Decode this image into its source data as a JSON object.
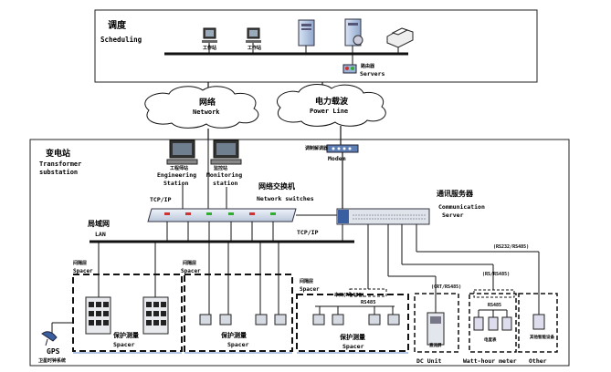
{
  "scheduling": {
    "cn": "调度",
    "en": "Scheduling"
  },
  "workstations": [
    {
      "label": "工作站"
    },
    {
      "label": "工作站"
    }
  ],
  "router": {
    "cn": "路由器",
    "en": "Servers"
  },
  "clouds": {
    "network": {
      "cn": "网络",
      "en": "Network"
    },
    "powerline": {
      "cn": "电力载波",
      "en": "Power Line"
    }
  },
  "modem": {
    "cn": "调制解调器",
    "en": "Modem"
  },
  "substation": {
    "cn": "变电站",
    "en1": "Transformer",
    "en2": "substation"
  },
  "engineering": {
    "cn": "工程师站",
    "en1": "Engineering",
    "en2": "Station"
  },
  "monitoring": {
    "cn": "监控站",
    "en1": "Monitoring",
    "en2": "station"
  },
  "netswitch": {
    "cn": "网络交换机",
    "en": "Network switches"
  },
  "tcpip_left": "TCP/IP",
  "tcpip_right": "TCP/IP",
  "lan": {
    "cn": "局域网",
    "en": "LAN"
  },
  "comm_server": {
    "cn": "通讯服务器",
    "en1": "Communication",
    "en2": "Server"
  },
  "spacers": [
    {
      "cn": "间隔层",
      "en": "Spacer"
    },
    {
      "cn": "间隔层",
      "en": "Spacer"
    },
    {
      "cn": "间隔层",
      "en": "Spacer"
    }
  ],
  "protection": [
    {
      "cn": "保护测量",
      "en": "Spacer"
    },
    {
      "cn": "保护测量",
      "en": "Spacer"
    },
    {
      "cn": "保护测量",
      "en": "Spacer"
    }
  ],
  "rs485_label": "RS485",
  "rs485_group": "串口(RS485)",
  "dc_group": "(CRT/RS485)",
  "dc_unit": {
    "cn": "直流屏",
    "en": "DC Unit"
  },
  "wh_group": "(RS/RS485)",
  "wh_rs485": "RS485",
  "watt_meter": {
    "cn": "电度表",
    "en": "Watt-hour meter"
  },
  "other_group": "(RS232/RS485)",
  "other": {
    "cn": "其他智能设备",
    "en": "Other"
  },
  "gps": {
    "en": "GPS",
    "cn": "卫星时钟系统"
  }
}
